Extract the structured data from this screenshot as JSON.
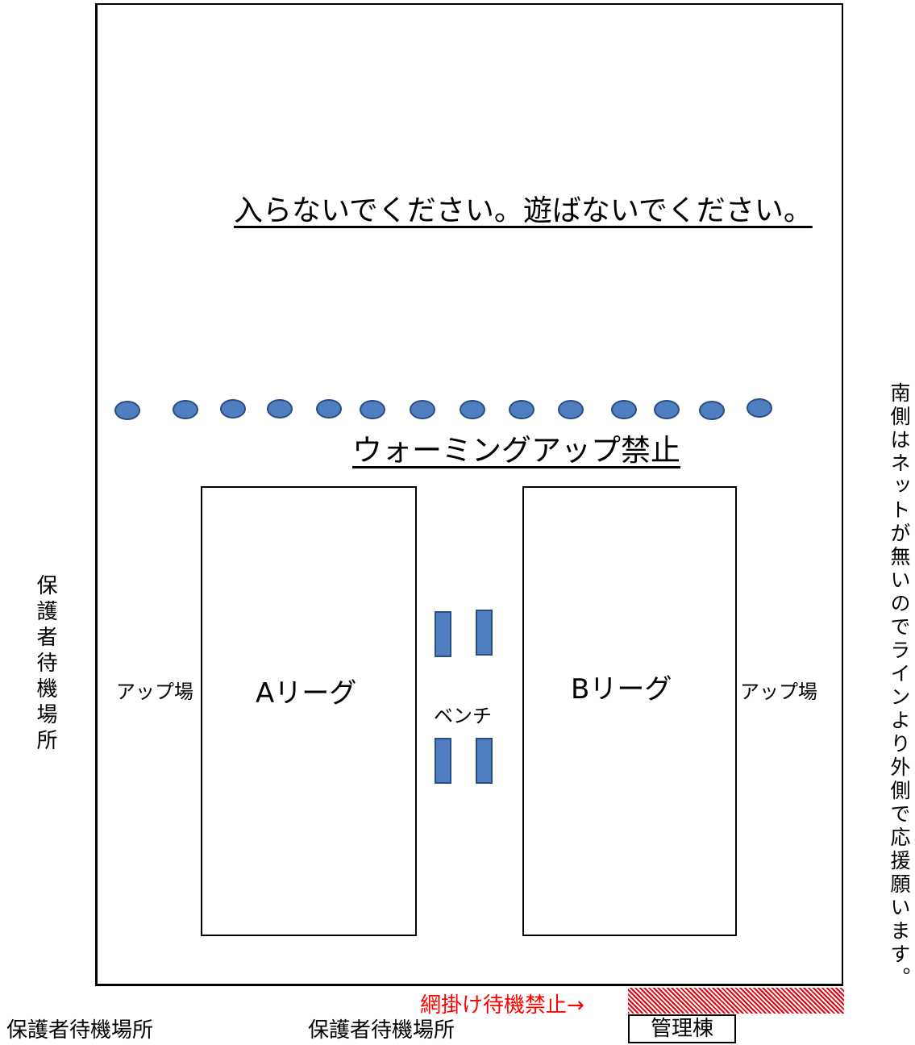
{
  "notices": {
    "no_entry": "入らないでください。遊ばないでください。",
    "no_warmup": "ウォーミングアップ禁止"
  },
  "courts": {
    "a_label": "Aリーグ",
    "b_label": "Bリーグ"
  },
  "areas": {
    "warmup_left": "アップ場",
    "warmup_right": "アップ場",
    "bench": "ベンチ",
    "guardian_left_vertical": "保護者待機場所",
    "guardian_bottom_left": "保護者待機場所",
    "guardian_bottom_center": "保護者待機場所",
    "south_side_note": "南側はネットが無いのでラインより外側で応援願います。",
    "net_waiting_prohibited": "網掛け待機禁止→",
    "admin_building": "管理棟"
  },
  "colors": {
    "marker_blue": "#4f7fc0",
    "warning_red": "#ff0000",
    "hatch_red": "#e8000b"
  },
  "markers": {
    "count": 14,
    "icon": "blue-oval-marker"
  },
  "benches": {
    "count": 4,
    "icon": "blue-bench-rect"
  }
}
